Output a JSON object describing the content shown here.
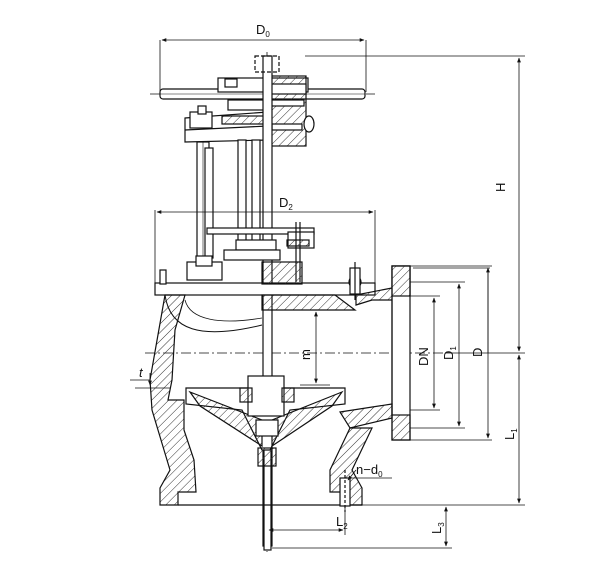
{
  "labels": {
    "D0": {
      "main": "D",
      "sub": "0"
    },
    "D2": {
      "main": "D",
      "sub": "2"
    },
    "H": {
      "main": "H"
    },
    "DN": {
      "main": "DN"
    },
    "D1": {
      "main": "D",
      "sub": "1"
    },
    "D": {
      "main": "D"
    },
    "m": {
      "main": "m"
    },
    "t": {
      "main": "t"
    },
    "L1": {
      "main": "L",
      "sub": "1"
    },
    "nd0": {
      "main": "n−d",
      "sub": "0"
    },
    "L2": {
      "main": "L",
      "sub": "2"
    },
    "L3": {
      "main": "L",
      "sub": "3"
    }
  },
  "colors": {
    "line": "#111111",
    "hatch": "#333333",
    "background": "#ffffff"
  }
}
